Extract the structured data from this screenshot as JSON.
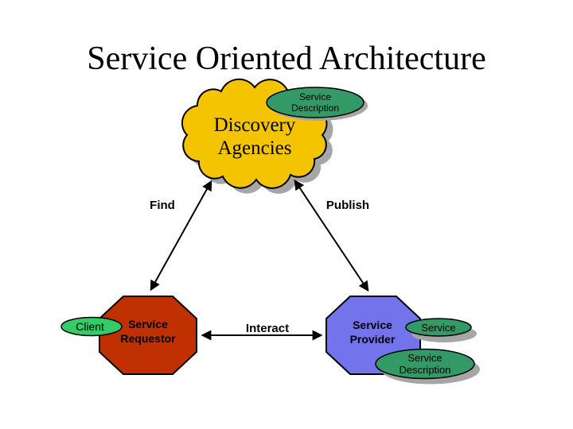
{
  "slide": {
    "title": "Service Oriented Architecture"
  },
  "colors": {
    "cloud_fill": "#F5C400",
    "shadow": "#A6A6A6",
    "requestor_fill": "#C03000",
    "provider_fill": "#7373EC",
    "green_dark": "#339966",
    "green_light": "#33CC66",
    "find_label": "#CC0033",
    "publish_label": "#330099",
    "interact_label": "#009900"
  },
  "nodes": {
    "discovery_agencies": {
      "line1": "Discovery",
      "line2": "Agencies"
    },
    "top_service_description": {
      "line1": "Service",
      "line2": "Description"
    },
    "client": {
      "label": "Client"
    },
    "service_requestor": {
      "line1": "Service",
      "line2": "Requestor"
    },
    "service_provider": {
      "line1": "Service",
      "line2": "Provider"
    },
    "service": {
      "label": "Service"
    },
    "bottom_service_description": {
      "line1": "Service",
      "line2": "Description"
    }
  },
  "edges": {
    "find": {
      "label": "Find"
    },
    "publish": {
      "label": "Publish"
    },
    "interact": {
      "label": "Interact"
    }
  }
}
